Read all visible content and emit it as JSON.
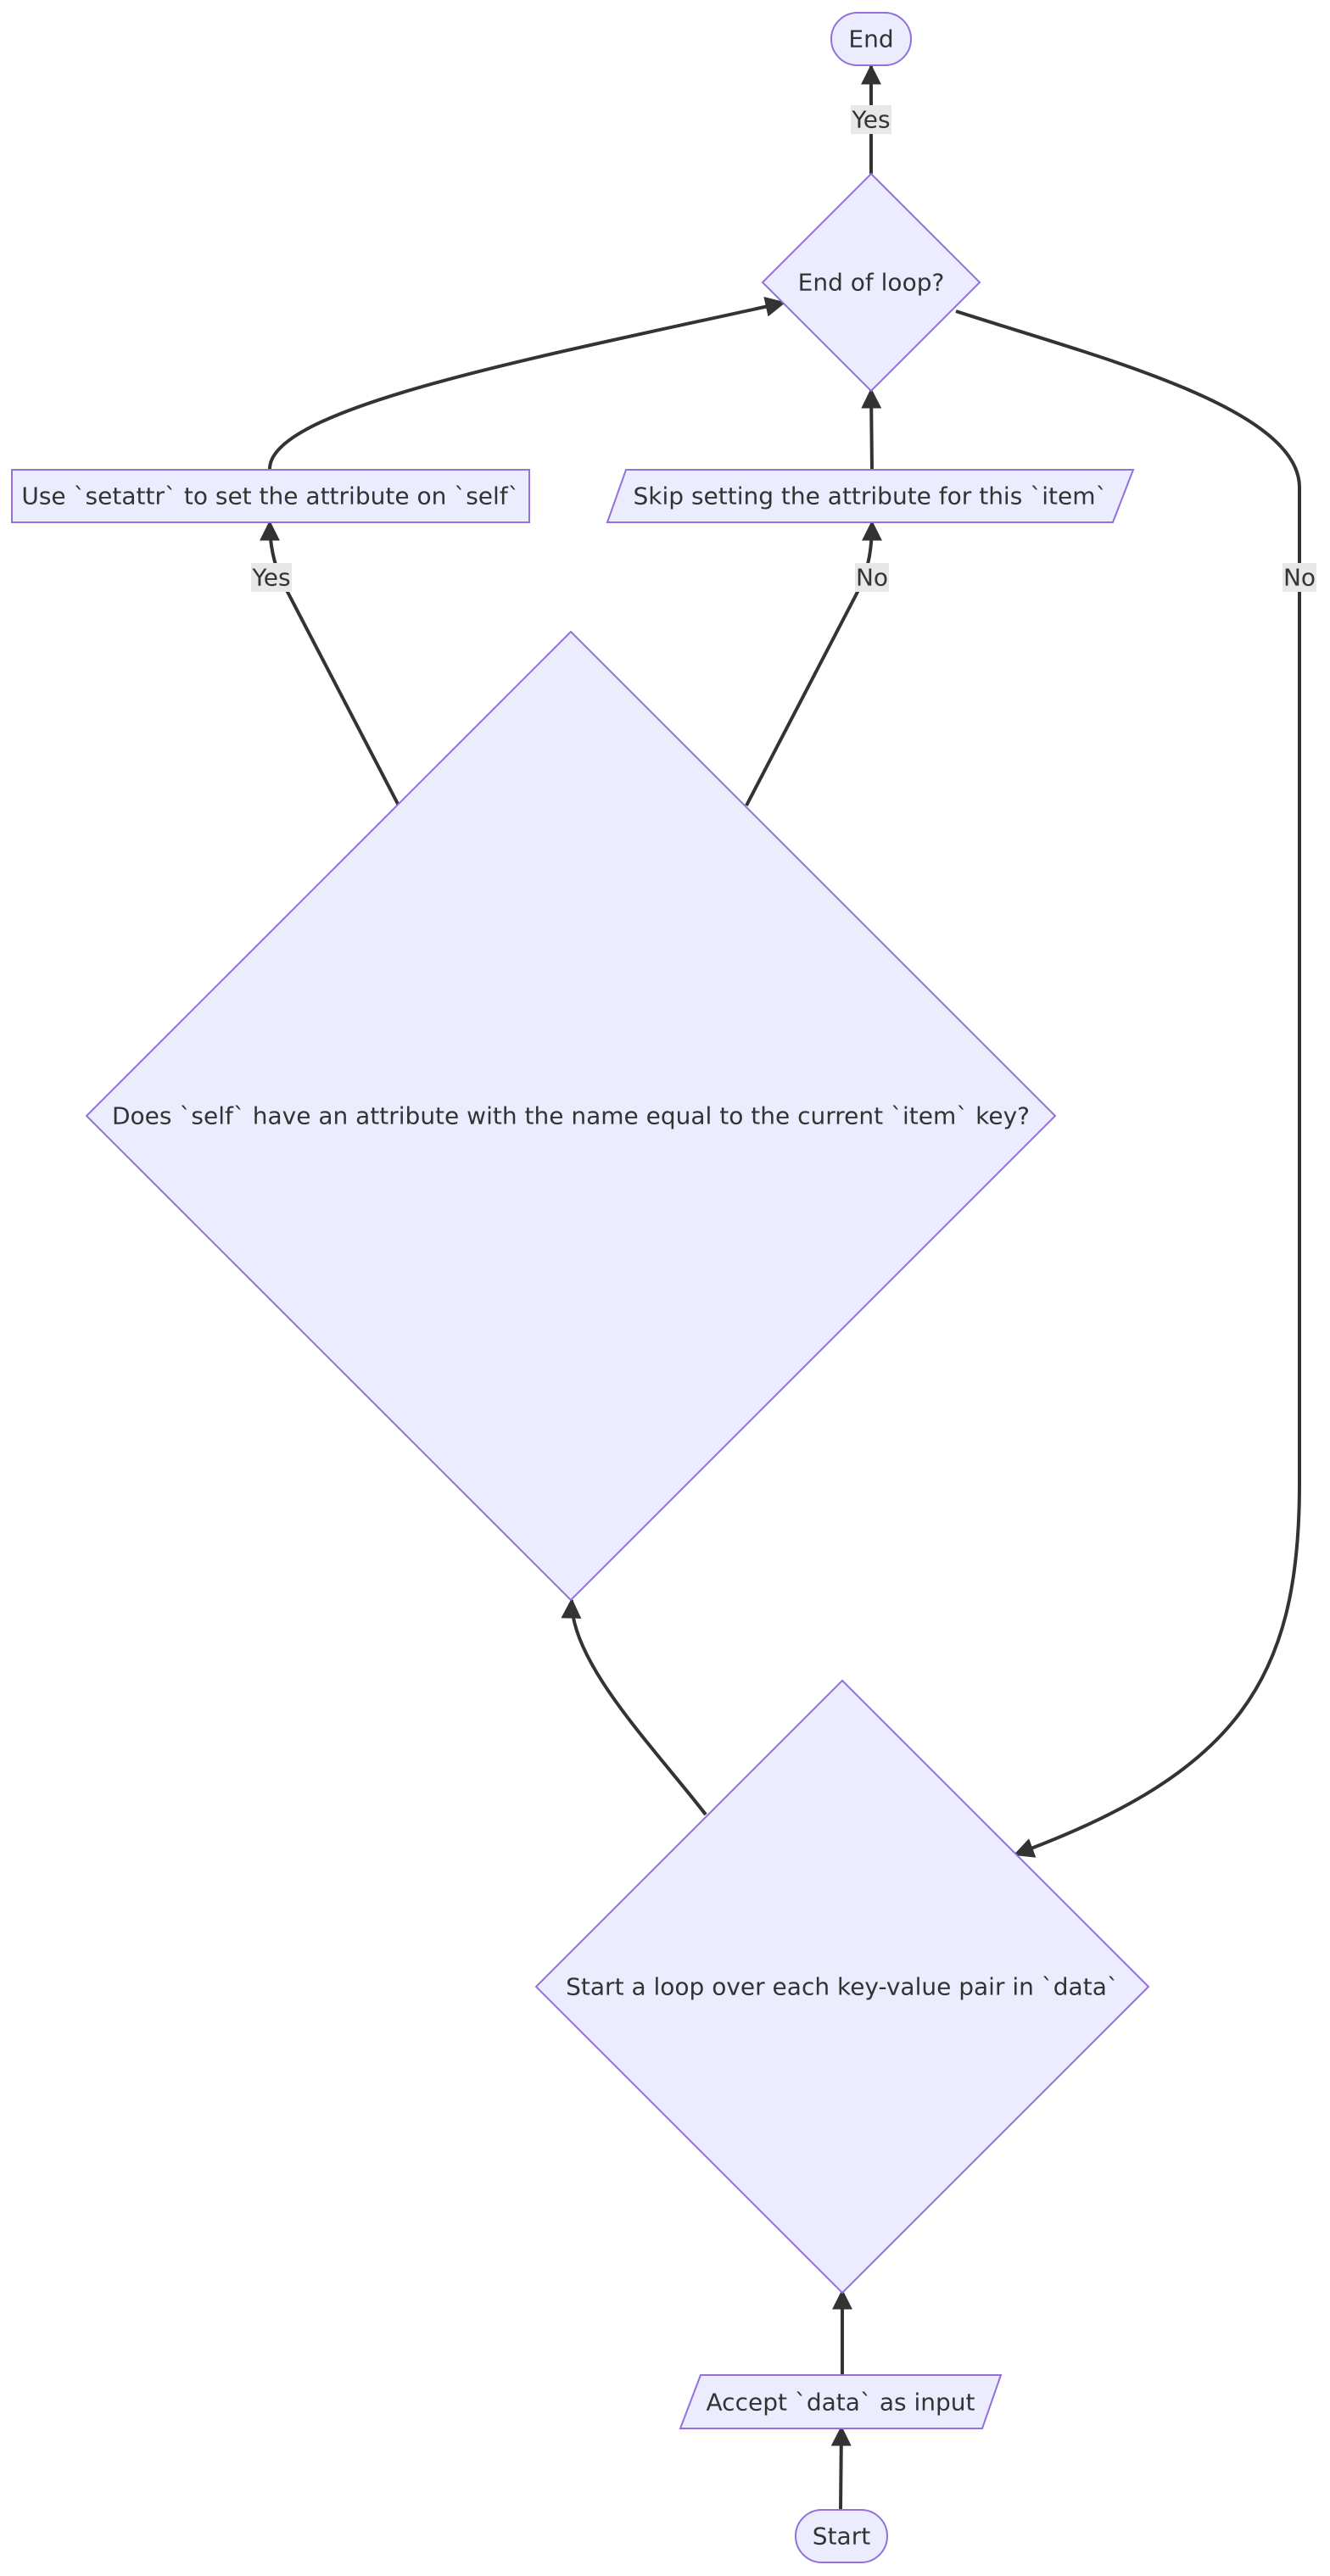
{
  "nodes": {
    "start": {
      "label": "Start",
      "shape": "stadium"
    },
    "accept_input": {
      "label": "Accept `data` as input",
      "shape": "parallelogram"
    },
    "loop_start": {
      "label": "Start a loop over each key-value pair in `data`",
      "shape": "diamond"
    },
    "has_attr": {
      "label": "Does `self` have an attribute with the name equal to the current `item` key?",
      "shape": "diamond"
    },
    "set_attr": {
      "label": "Use `setattr` to set the attribute on `self`",
      "shape": "rectangle"
    },
    "skip_attr": {
      "label": "Skip setting the attribute for this `item`",
      "shape": "parallelogram"
    },
    "end_loop": {
      "label": "End of loop?",
      "shape": "diamond"
    },
    "end": {
      "label": "End",
      "shape": "stadium"
    }
  },
  "edges": [
    {
      "id": "start-to-accept",
      "from": "start",
      "to": "accept_input",
      "label": ""
    },
    {
      "id": "accept-to-loop",
      "from": "accept_input",
      "to": "loop_start",
      "label": ""
    },
    {
      "id": "loop-to-hasattr",
      "from": "loop_start",
      "to": "has_attr",
      "label": ""
    },
    {
      "id": "hasattr-yes",
      "from": "has_attr",
      "to": "set_attr",
      "label": "Yes"
    },
    {
      "id": "hasattr-no",
      "from": "has_attr",
      "to": "skip_attr",
      "label": "No"
    },
    {
      "id": "setattr-to-endloop",
      "from": "set_attr",
      "to": "end_loop",
      "label": ""
    },
    {
      "id": "skip-to-endloop",
      "from": "skip_attr",
      "to": "end_loop",
      "label": ""
    },
    {
      "id": "endloop-yes",
      "from": "end_loop",
      "to": "end",
      "label": "Yes"
    },
    {
      "id": "endloop-no",
      "from": "end_loop",
      "to": "loop_start",
      "label": "No"
    }
  ],
  "colors": {
    "node_fill": "#ececff",
    "node_stroke": "#9370db",
    "edge": "#333333",
    "text": "#333333",
    "label_bg": "#e8e8e8"
  }
}
